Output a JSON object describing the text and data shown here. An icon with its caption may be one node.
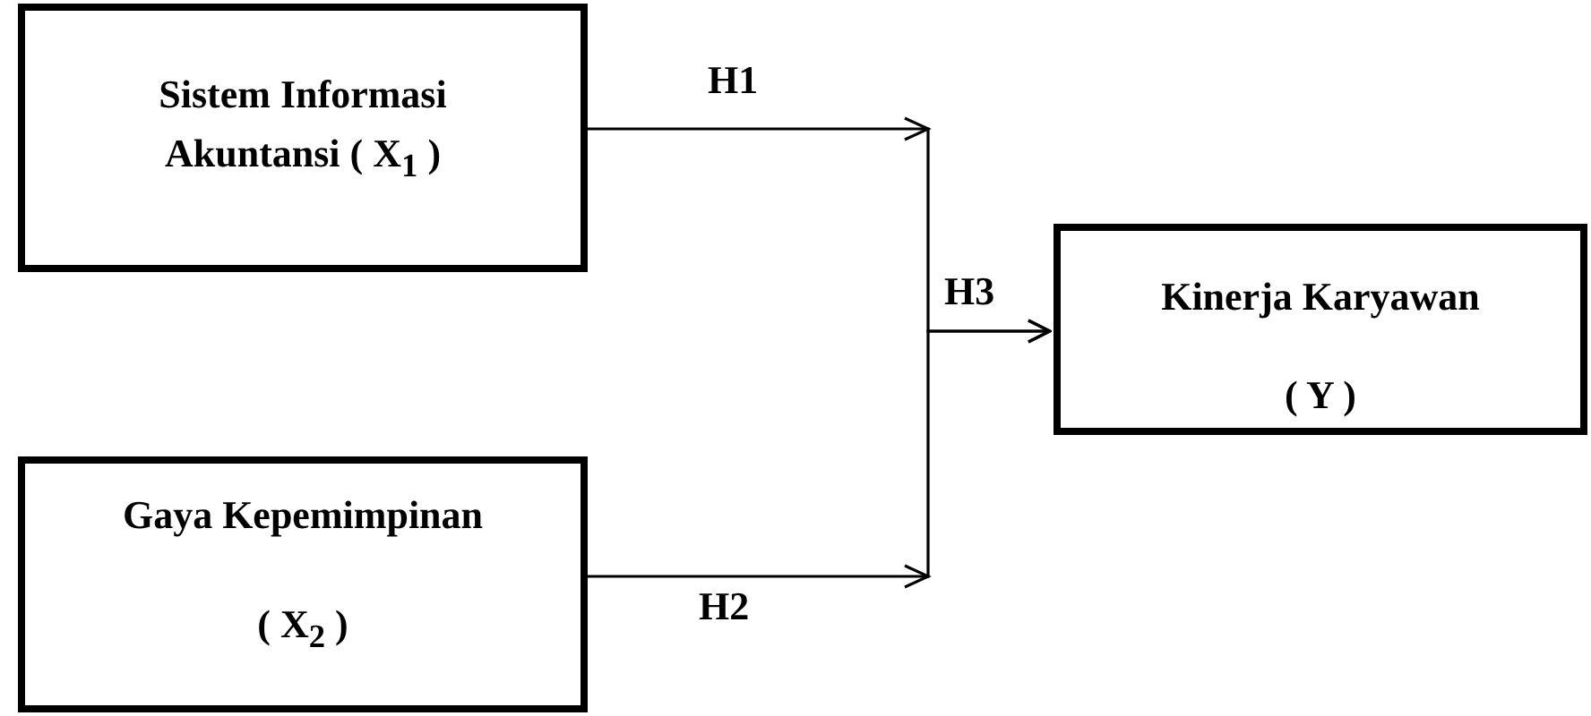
{
  "diagram": {
    "nodes": [
      {
        "text": [
          "Sistem Informasi Akuntansi ( X$_{1}$ )"
        ]
      },
      {
        "text": [
          "Gaya Kepemimpinan",
          "( X$_{2}$ )"
        ]
      },
      {
        "text": [
          "Kinerja Karyawan",
          "( Y )"
        ]
      }
    ],
    "edges": [
      {
        "from": 0,
        "to": 2,
        "arrow": "to",
        "label": "H1"
      },
      {
        "from": 1,
        "to": 2,
        "arrow": "to",
        "label": "H2"
      }
    ],
    "labels": [
      "H3"
    ]
  }
}
